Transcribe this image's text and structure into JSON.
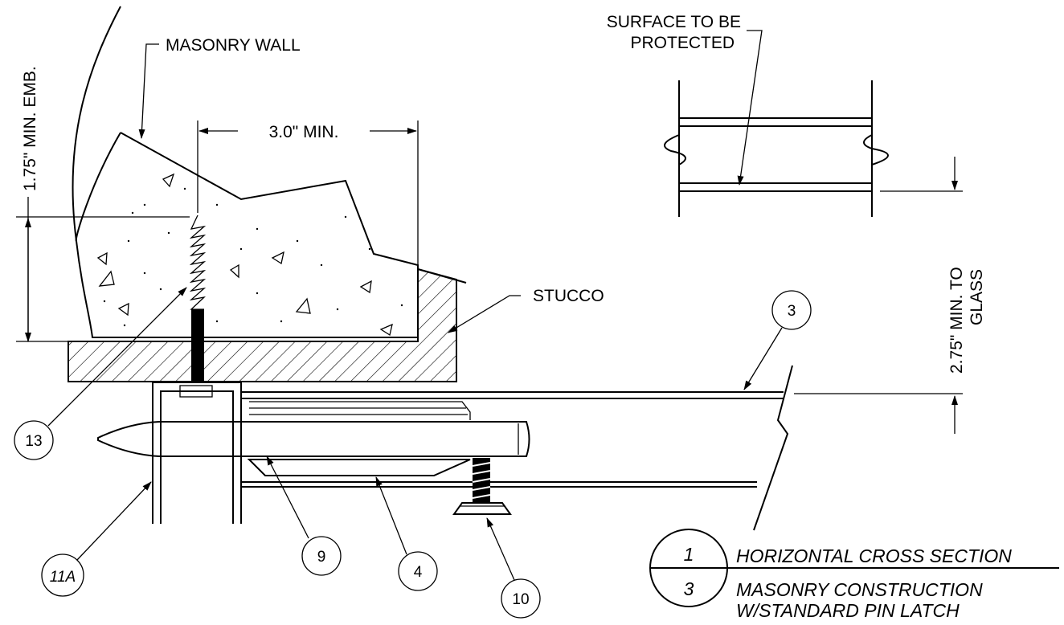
{
  "labels": {
    "emb": "1.75\" MIN. EMB.",
    "masonry_wall": "MASONRY WALL",
    "min_30": "3.0\" MIN.",
    "surface_line1": "SURFACE TO BE",
    "surface_line2": "PROTECTED",
    "stucco": "STUCCO",
    "glass_line1": "2.75\" MIN. TO",
    "glass_line2": "GLASS"
  },
  "callouts": {
    "c3": "3",
    "c13": "13",
    "c9": "9",
    "c4": "4",
    "c10": "10",
    "c11a": "11A"
  },
  "title_block": {
    "detail_number": "1",
    "sheet_number": "3",
    "title": "HORIZONTAL CROSS SECTION",
    "subtitle_line1": "MASONRY CONSTRUCTION",
    "subtitle_line2": "W/STANDARD PIN LATCH"
  }
}
